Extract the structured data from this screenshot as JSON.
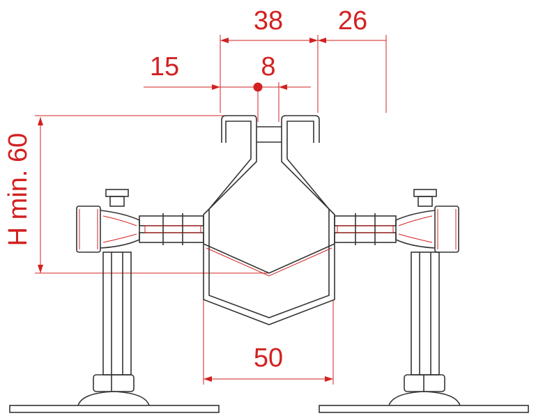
{
  "colors": {
    "dimension": "#d32020",
    "outline": "#333333",
    "background": "#ffffff"
  },
  "dimensions": {
    "width_top": "38",
    "offset_right": "26",
    "offset_left": "15",
    "gap": "8",
    "bottom_width": "50",
    "height_min": "H min. 60"
  }
}
